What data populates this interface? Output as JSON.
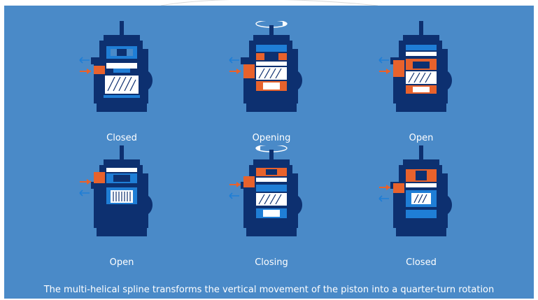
{
  "states": [
    {
      "label": "Closed",
      "rotation": "none"
    },
    {
      "label": "Opening",
      "rotation": "clockwise"
    },
    {
      "label": "Open",
      "rotation": "none"
    },
    {
      "label": "Open",
      "rotation": "none"
    },
    {
      "label": "Closing",
      "rotation": "counterclockwise"
    },
    {
      "label": "Closed",
      "rotation": "none"
    }
  ],
  "caption": "The multi-helical spline transforms the vertical movement of the piston into a quarter-turn rotation",
  "colors": {
    "background": "#4a8ac8",
    "body_dark": "#0d3070",
    "chamber": "#1f7ed6",
    "pressurized": "#e8622c",
    "white": "#ffffff"
  }
}
